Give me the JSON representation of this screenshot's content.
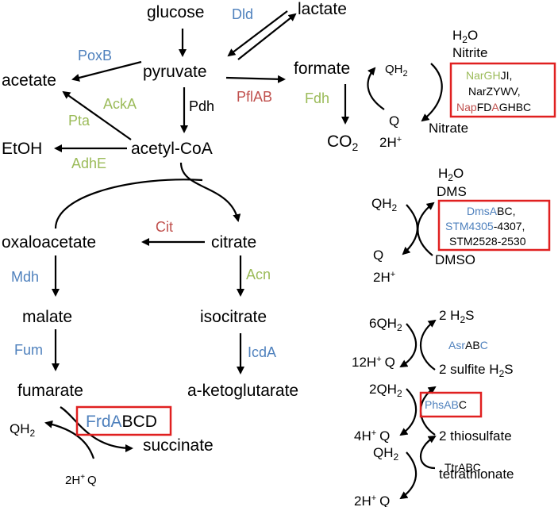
{
  "metabolites": {
    "glucose": "glucose",
    "lactate": "lactate",
    "pyruvate": "pyruvate",
    "acetate": "acetate",
    "formate": "formate",
    "acetyl_coa": "acetyl-CoA",
    "etoh": "EtOH",
    "co2": "CO",
    "co2_sub": "2",
    "oxaloacetate": "oxaloacetate",
    "citrate": "citrate",
    "malate": "malate",
    "isocitrate": "isocitrate",
    "fumarate": "fumarate",
    "a_ketoglutarate": "a-ketoglutarate",
    "succinate": "succinate"
  },
  "enzymes": {
    "dld": "Dld",
    "poxb": "PoxB",
    "pdh": "Pdh",
    "pflab": "PflAB",
    "acka": "AckA",
    "pta": "Pta",
    "adhe": "AdhE",
    "fdh": "Fdh",
    "cit": "Cit",
    "mdh": "Mdh",
    "acn": "Acn",
    "fum": "Fum",
    "icda": "IcdA",
    "ttrabc": "TtrABC"
  },
  "complexes": {
    "nar_line1_a": "NarGH",
    "nar_line1_b": "JI,",
    "nar_line2": "NarZYWV,",
    "nap_a": "Nap",
    "nap_b": "FD",
    "nap_c": "A",
    "nap_d": "GHBC",
    "dms_a": "DmsA",
    "dms_b": "BC,",
    "stm4305_a": "STM4305",
    "stm4305_b": "-4307,",
    "stm2528": "STM2528-2530",
    "asr_a": "Asr",
    "asr_b": "AB",
    "asr_c": "C",
    "phs_a": "PhsAB",
    "phs_b": "C",
    "frd_a": "FrdA",
    "frd_b": "BCD"
  },
  "electron": {
    "h2o": "H",
    "h2o_sub": "2",
    "h2o_end": "O",
    "nitrite": "Nitrite",
    "nitrate": "Nitrate",
    "qh": "QH",
    "qh_sub": "2",
    "q": "Q",
    "twoh": "2H",
    "plus": "+",
    "dms": "DMS",
    "dmso": "DMSO",
    "six_qh": "6QH",
    "two_h2s": "2 H",
    "two_h2s_sub": "2",
    "two_h2s_end": "S",
    "twelve_h": "12H",
    "sulfite_h2s": "2 sulfite H",
    "two_qh": "2QH",
    "four_h": "4H",
    "thiosulfate": "2 thiosulfate",
    "tetrathionate": "tetrathionate"
  },
  "colors": {
    "blue_enzyme": "#4f81bd",
    "green_enzyme": "#9bbb59",
    "red_enzyme": "#c0504d",
    "highlight_box": "#e02020"
  }
}
